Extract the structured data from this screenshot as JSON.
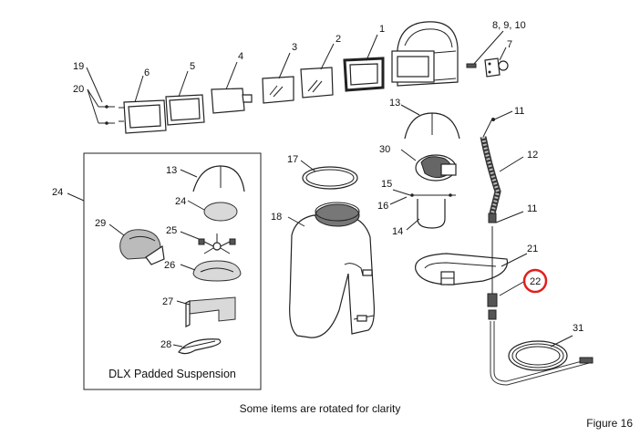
{
  "figure_label": "Figure 16",
  "caption": "Some items are rotated for clarity",
  "inset_title": "DLX Padded Suspension",
  "highlight_color": "#e0201c",
  "callouts": {
    "c1": "1",
    "c2": "2",
    "c3": "3",
    "c4": "4",
    "c5": "5",
    "c6": "6",
    "c7": "7",
    "c8": "8, 9, 10",
    "c11a": "11",
    "c11b": "11",
    "c12": "12",
    "c13a": "13",
    "c13b": "13",
    "c14": "14",
    "c15": "15",
    "c16": "16",
    "c17": "17",
    "c18": "18",
    "c19": "19",
    "c20": "20",
    "c21": "21",
    "c22": "22",
    "c24a": "24",
    "c24b": "24",
    "c25": "25",
    "c26": "26",
    "c27": "27",
    "c28": "28",
    "c29": "29",
    "c30": "30",
    "c31": "31"
  }
}
